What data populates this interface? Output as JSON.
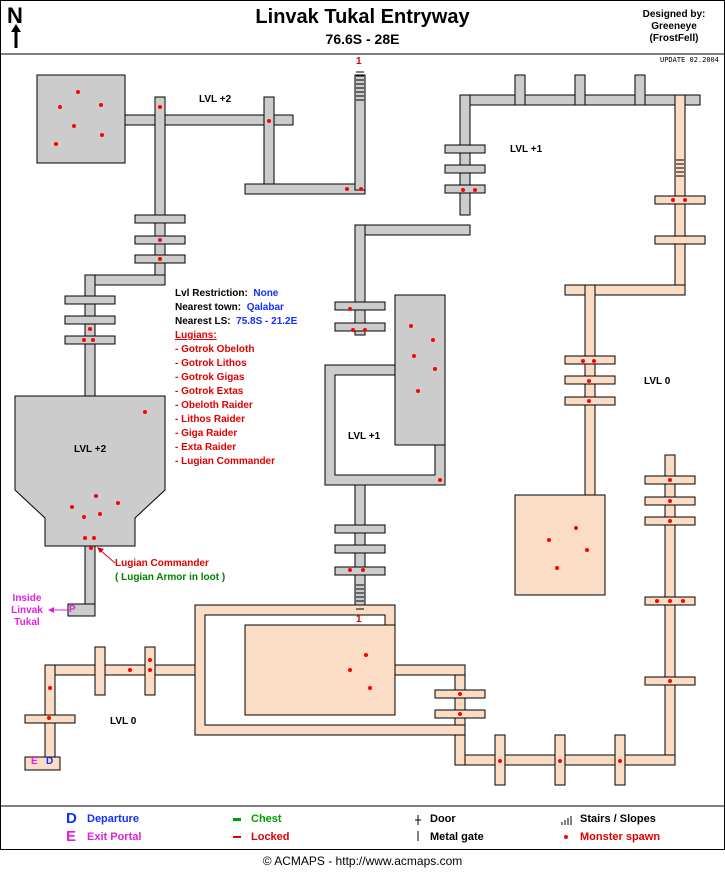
{
  "header": {
    "north_label": "N",
    "title": "Linvak Tukal Entryway",
    "coords": "76.6S - 28E",
    "designed_by_label": "Designed by:",
    "designer": "Greeneye",
    "designer_alt": "(FrostFell)",
    "update": "UPDATE 02.2004"
  },
  "info": {
    "lvl_restriction_label": "Lvl Restriction:",
    "lvl_restriction_value": "None",
    "nearest_town_label": "Nearest town:",
    "nearest_town_value": "Qalabar",
    "nearest_ls_label": "Nearest LS:",
    "nearest_ls_value": "75.8S - 21.2E",
    "monsters_heading": "Lugians:",
    "monsters": [
      "- Gotrok Obeloth",
      "- Gotrok Lithos",
      "- Gotrok Gigas",
      "- Gotrok Extas",
      "- Obeloth Raider",
      "- Lithos Raider",
      "- Giga Raider",
      "- Exta Raider",
      "- Lugian Commander"
    ]
  },
  "map_labels": {
    "lvl_plus2_top": "LVL +2",
    "lvl_plus1_top": "LVL +1",
    "lvl_plus2_room": "LVL +2",
    "lvl_plus1_mid": "LVL +1",
    "lvl_0_right": "LVL 0",
    "lvl_0_bottom": "LVL 0",
    "link_top": "1",
    "link_bottom": "1",
    "departure_marker": "D",
    "exit_marker": "E",
    "portal_marker": "P"
  },
  "notes": {
    "commander": "Lugian Commander",
    "commander_loot": "( Lugian Armor in loot )",
    "inside_1": "Inside",
    "inside_2": "Linvak",
    "inside_3": "Tukal"
  },
  "legend": {
    "departure_glyph": "D",
    "departure": "Departure",
    "exit_glyph": "E",
    "exit": "Exit Portal",
    "chest": "Chest",
    "locked": "Locked",
    "door": "Door",
    "metal_gate": "Metal gate",
    "stairs": "Stairs / Slopes",
    "spawn": "Monster spawn"
  },
  "footer": "© ACMAPS - http://www.acmaps.com",
  "colors": {
    "upper_level": "#cccccc",
    "ground_level": "#fbdcc4",
    "outline": "#000000",
    "spawn": "#ff0000",
    "departure": "#1030ff",
    "exit": "#e020e0",
    "chest": "#00a000"
  }
}
